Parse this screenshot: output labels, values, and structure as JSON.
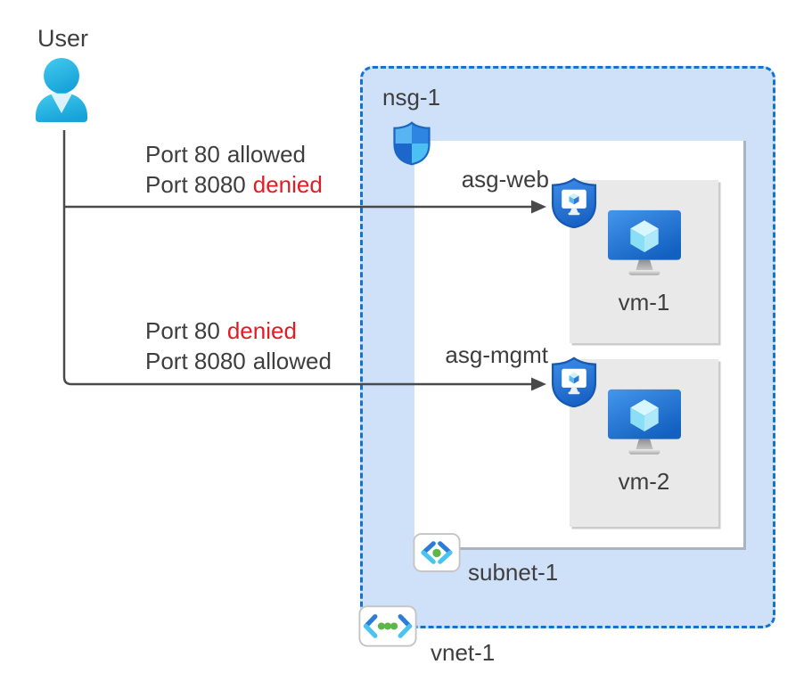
{
  "user": {
    "label": "User"
  },
  "flows": [
    {
      "rules": [
        {
          "port": "Port 80",
          "status": "allowed",
          "kind": "allowed"
        },
        {
          "port": "Port 8080",
          "status": "denied",
          "kind": "denied"
        }
      ]
    },
    {
      "rules": [
        {
          "port": "Port 80",
          "status": "denied",
          "kind": "denied"
        },
        {
          "port": "Port 8080",
          "status": "allowed",
          "kind": "allowed"
        }
      ]
    }
  ],
  "network": {
    "vnet_label": "vnet-1",
    "subnet_label": "subnet-1",
    "nsg_label": "nsg-1",
    "asg_web_label": "asg-web",
    "asg_mgmt_label": "asg-mgmt",
    "vm1_label": "vm-1",
    "vm2_label": "vm-2"
  },
  "icons": {
    "user": "user-icon",
    "nsg": "nsg-shield-icon",
    "asg": "asg-shield-icon",
    "vm": "virtual-machine-icon",
    "subnet": "subnet-icon",
    "vnet": "virtual-network-icon"
  },
  "colors": {
    "body_text": "#3e3e3e",
    "denied_text": "#e31b23",
    "vnet_fill": "#cfe1f8",
    "vnet_border": "#1573d0",
    "subnet_fill": "#ffffff",
    "vm_box_fill": "#e9e9e9",
    "arrow": "#4a4a4a",
    "user_icon_cyan": "#2ab5e4",
    "asg_green_dot": "#5cb648"
  }
}
